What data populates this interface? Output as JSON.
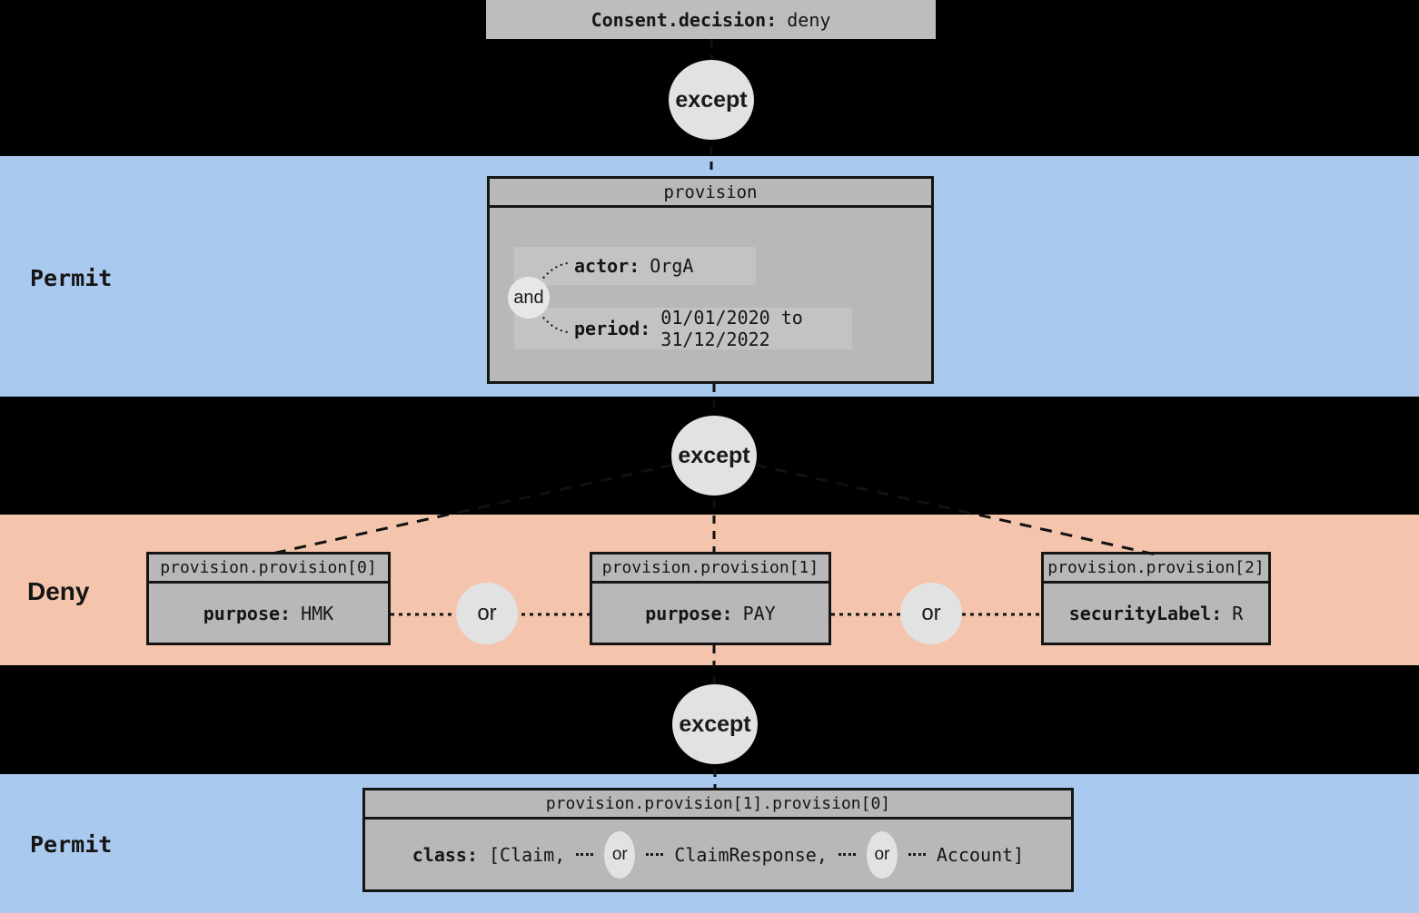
{
  "colors": {
    "background": "#000000",
    "permit_band": "#aac9ee",
    "deny_band": "#f4c5ac",
    "node_fill": "#b8b8b8",
    "title_fill": "#bdbdbd",
    "circle_fill": "#e2e2e2",
    "row_highlight": "#c3c3c3",
    "line_color": "#111111"
  },
  "title": {
    "key": "Consent.decision:",
    "value": "deny"
  },
  "bands": [
    {
      "label": "Permit"
    },
    {
      "label": "Deny"
    },
    {
      "label": "Permit"
    }
  ],
  "except_circles": [
    {
      "label": "except"
    },
    {
      "label": "except"
    },
    {
      "label": "except"
    }
  ],
  "permit_provision": {
    "header": "provision",
    "operator": "and",
    "rows": [
      {
        "key": "actor:",
        "value": "OrgA"
      },
      {
        "key": "period:",
        "value": "01/01/2020 to 31/12/2022"
      }
    ]
  },
  "deny_provisions": {
    "boxes": [
      {
        "header": "provision.provision[0]",
        "key": "purpose:",
        "value": "HMK"
      },
      {
        "header": "provision.provision[1]",
        "key": "purpose:",
        "value": "PAY"
      },
      {
        "header": "provision.provision[2]",
        "key": "securityLabel:",
        "value": "R"
      }
    ],
    "operators": [
      "or",
      "or"
    ]
  },
  "bottom_provision": {
    "header": "provision.provision[1].provision[0]",
    "key": "class:",
    "items": [
      "[Claim,",
      "ClaimResponse,",
      "Account]"
    ],
    "operators": [
      "or",
      "or"
    ]
  }
}
